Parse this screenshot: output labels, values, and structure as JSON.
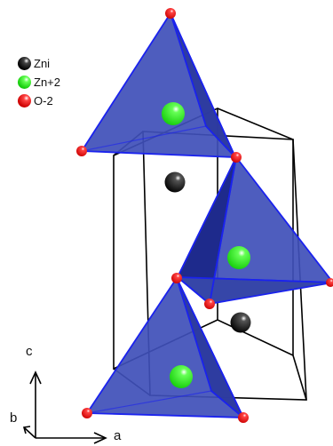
{
  "legend": [
    {
      "label": "Zni",
      "color": "#000000"
    },
    {
      "label": "Zn+2",
      "color": "#22ee11"
    },
    {
      "label": "O-2",
      "color": "#ee1111"
    }
  ],
  "axes": {
    "c": "c",
    "b": "b",
    "a": "a"
  },
  "colors": {
    "tetra_fill": "#3f4fb8",
    "tetra_fill_dark": "#1e2a8c",
    "tetra_edge": "#1a22ee",
    "cell_line": "#000000",
    "zn_interstitial": "#000000",
    "zn2": "#22ee11",
    "oxygen": "#ee1111"
  }
}
